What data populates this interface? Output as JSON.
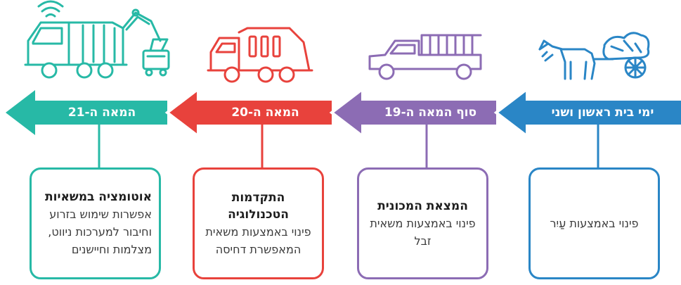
{
  "colors": {
    "teal": "#27b9a6",
    "red": "#e8423c",
    "purple": "#8c6cb4",
    "blue": "#2a86c6"
  },
  "eras": [
    {
      "arrow_label": "המאה ה-21",
      "title": "אוטומציה במשאיות",
      "desc": "אפשרות שימוש בזרוע וחיבור למערכות ניווט, מצלמות וחיישנים",
      "icon": "automated-garbage-truck-icon",
      "color": "#27b9a6"
    },
    {
      "arrow_label": "המאה ה-20",
      "title": "התקדמות הטכנולוגיה",
      "desc": "פינוי באמצעות משאית המאפשרת דחיסה",
      "icon": "compactor-garbage-truck-icon",
      "color": "#e8423c"
    },
    {
      "arrow_label": "סוף המאה ה-19",
      "title": "המצאת המכונית",
      "desc": "פינוי באמצעות משאית זבל",
      "icon": "pickup-truck-icon",
      "color": "#8c6cb4"
    },
    {
      "arrow_label": "ימי בית ראשון ושני",
      "title": "",
      "desc": "פינוי באמצעות עַיִר",
      "icon": "donkey-cart-icon",
      "color": "#2a86c6"
    }
  ]
}
